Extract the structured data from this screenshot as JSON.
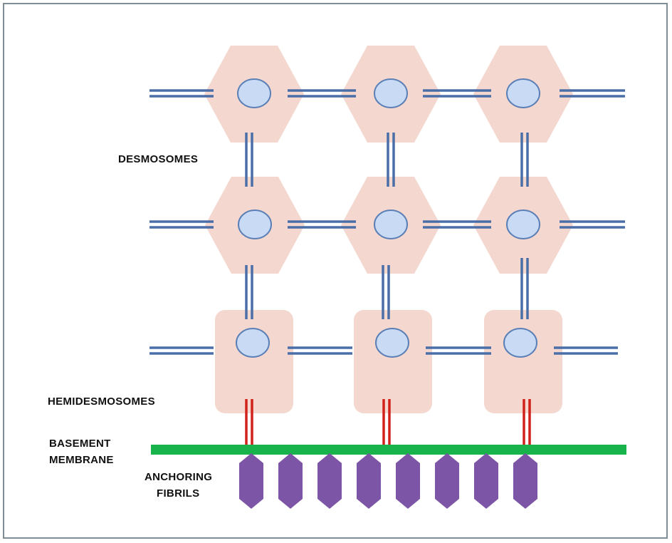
{
  "labels": {
    "desmosomes": "DESMOSOMES",
    "hemidesmosomes": "HEMIDESMOSOMES",
    "basement_line1": "BASEMENT",
    "basement_line2": "MEMBRANE",
    "anchoring_line1": "ANCHORING",
    "anchoring_line2": "FIBRILS"
  },
  "colors": {
    "cell_fill": "#f4d8cf",
    "nucleus_fill": "#c9daf5",
    "nucleus_stroke": "#5a7fb6",
    "desmosome_line": "#4a6ea8",
    "hemidesmosome_line": "#d1211b",
    "basement_membrane": "#18b34a",
    "anchoring_fibril": "#7d55a6",
    "frame": "#7f8d95"
  },
  "structure": {
    "cell_rows": [
      "hexagon",
      "hexagon",
      "rounded-rectangle"
    ],
    "cells_per_row": 3,
    "anchoring_fibril_count": 8
  }
}
